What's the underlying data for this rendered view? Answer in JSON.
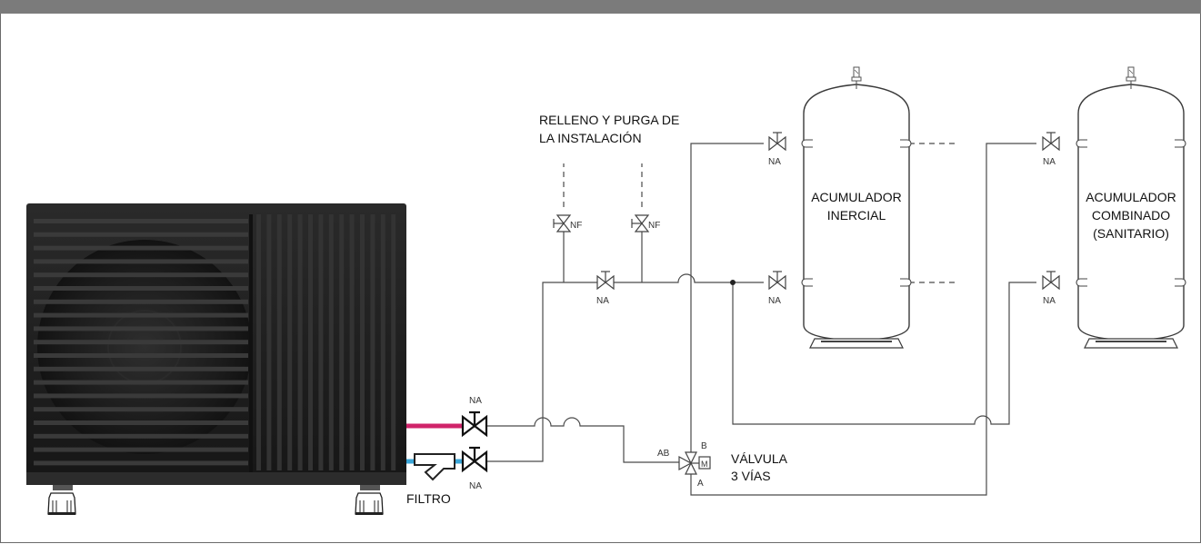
{
  "colors": {
    "hot_pipe": "#d0246a",
    "cold_pipe": "#3aa6d8",
    "unit_body": "#1e1e1e",
    "frame": "#7b7b7b"
  },
  "labels": {
    "fill_purge_line1": "RELLENO Y PURGA DE",
    "fill_purge_line2": "LA INSTALACIÓN",
    "tank1_line1": "ACUMULADOR",
    "tank1_line2": "INERCIAL",
    "tank2_line1": "ACUMULADOR",
    "tank2_line2": "COMBINADO",
    "tank2_line3": "(SANITARIO)",
    "valve3_line1": "VÁLVULA",
    "valve3_line2": "3 VÍAS",
    "filter": "FILTRO",
    "port_ab": "AB",
    "port_b": "B",
    "port_a": "A",
    "motor": "M",
    "na": "NA",
    "nf": "NF"
  },
  "icons": [
    "heat-pump-unit",
    "gate-valve",
    "y-strainer-filter",
    "three-way-valve",
    "air-vent",
    "storage-tank"
  ]
}
